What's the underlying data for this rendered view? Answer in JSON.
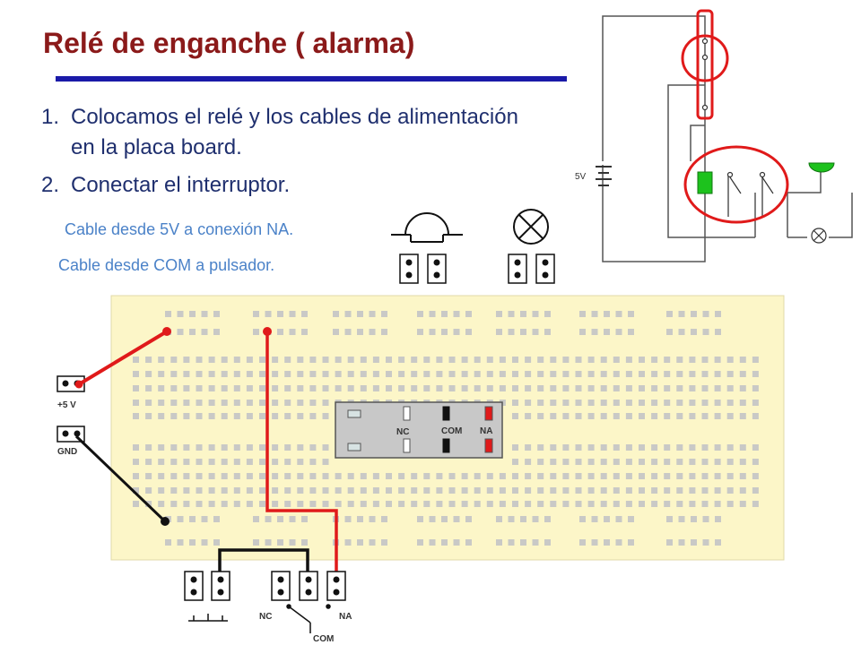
{
  "slide": {
    "title": "Relé de enganche ( alarma)",
    "steps": [
      {
        "number": "1.",
        "text": "Colocamos el relé y los cables de alimentación en la placa board."
      },
      {
        "number": "2.",
        "text": "Conectar el interruptor."
      }
    ],
    "substeps": [
      "Cable desde 5V a conexión NA.",
      "Cable desde COM a pulsador."
    ]
  },
  "schematic": {
    "supply_label": "5V",
    "icons": [
      "battery-icon",
      "relay-coil-icon",
      "buzzer-icon",
      "lamp-icon",
      "switch-icon"
    ]
  },
  "breadboard": {
    "power_labels": {
      "vcc": "+5 V",
      "gnd": "GND"
    },
    "relay_pins": {
      "nc": "NC",
      "com": "COM",
      "na": "NA"
    },
    "switch_labels": {
      "nc": "NC",
      "com": "COM",
      "na": "NA"
    },
    "colors": {
      "board": "#FCF6C8",
      "hole": "#C9C9C6",
      "red_wire": "#E01A1A",
      "black_wire": "#111111",
      "relay_body": "#C8C8C8"
    }
  }
}
